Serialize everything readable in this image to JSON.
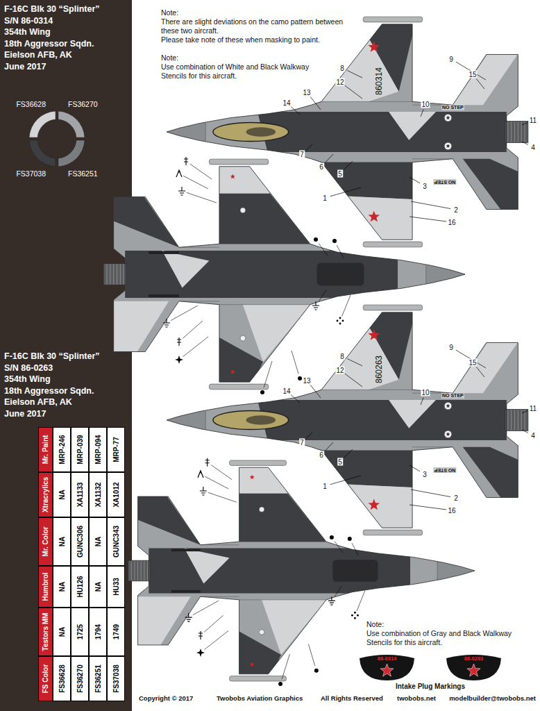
{
  "diagram": {
    "nodes": [
      {
        "text": [
          "F-16C Blk 30 “Splinter”",
          "S/N 86-0314",
          "354th Wing",
          "18th Aggressor Sqdn.",
          "Eielson AFB, AK",
          "June 2017",
          "F-16C Blk 30 “Splinter”",
          "S/N 86-0263",
          "354th Wing",
          "18th Aggressor Sqdn.",
          "Eielson AFB, AK",
          "June 2017"
        ]
      },
      {
        "text": [
          "86-0314"
        ]
      },
      {
        "text": [
          "86-0263"
        ]
      }
    ],
    "labels": [
      "Note:",
      "There are slight deviations on the camo pattern between these two aircraft.",
      "Please take note of these when masking to paint.",
      "Note:",
      "Use combination of White and Black Walkway Stencils for this aircraft.",
      "860314",
      "NO STEP",
      "NO STEP",
      "1",
      "2",
      "3",
      "4",
      "5",
      "6",
      "7",
      "8",
      "9",
      "10",
      "11",
      "12",
      "13",
      "14",
      "15",
      "16",
      "860263",
      "NO STEP",
      "NO STEP",
      "1",
      "2",
      "3",
      "4",
      "5",
      "6",
      "7",
      "8",
      "9",
      "10",
      "11",
      "12",
      "13",
      "14",
      "15",
      "16",
      "FS Color",
      "Testors MM",
      "Humbrol",
      "Mr. Color",
      "Xtracrylics",
      "Mr. Paint",
      "FS36628",
      "NA",
      "NA",
      "NA",
      "NA",
      "MRP-246",
      "FS36270",
      "1725",
      "HU126",
      "GUNC306",
      "XA1133",
      "MRP-039",
      "FS36251",
      "1794",
      "NA",
      "NA",
      "XA1132",
      "MRP-094",
      "FS37038",
      "1749",
      "HU33",
      "GUNC343",
      "XA1012",
      "MRP-77",
      "Note:",
      "Use combination of Gray and Black Walkway Stencils for this aircraft.",
      "Intake Plug Markings",
      "Copyright © 2017",
      "Twobobs Aviation Graphics",
      "All Rights Reserved",
      "twobobs.net",
      "modelbuilder@twobobs.net"
    ],
    "legend": [
      {
        "text": "FS36628",
        "color": "#d3d4d5"
      },
      {
        "text": "FS36270",
        "color": "#a2a5a8"
      },
      {
        "text": "FS37038",
        "color": "#3d3e41"
      },
      {
        "text": "FS36251",
        "color": "#7a7d80"
      }
    ]
  }
}
